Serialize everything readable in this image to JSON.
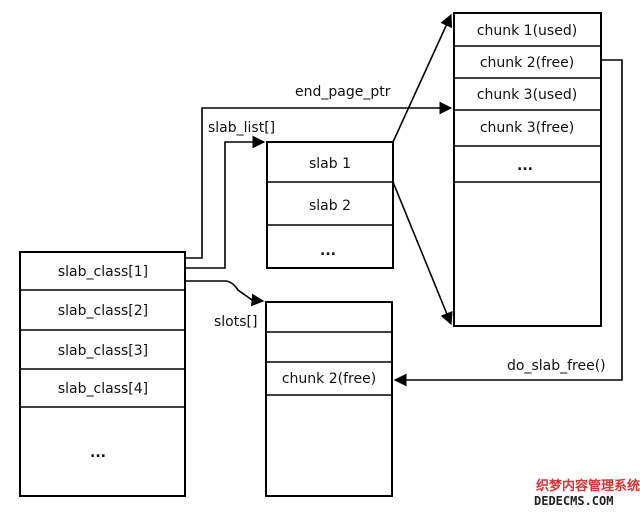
{
  "slab_class": {
    "cells": [
      "slab_class[1]",
      "slab_class[2]",
      "slab_class[3]",
      "slab_class[4]",
      "..."
    ]
  },
  "slab_list": {
    "label": "slab_list[]",
    "cells": [
      "slab 1",
      "slab 2",
      "..."
    ]
  },
  "slots": {
    "label": "slots[]",
    "cells": [
      "",
      "",
      "chunk 2(free)"
    ]
  },
  "chunks": {
    "cells": [
      "chunk 1(used)",
      "chunk 2(free)",
      "chunk 3(used)",
      "chunk 3(free)",
      "..."
    ]
  },
  "labels": {
    "end_page_ptr": "end_page_ptr",
    "do_slab_free": "do_slab_free()"
  },
  "watermark": {
    "line1": "织梦内容管理系统",
    "line2": "DEDECMS.COM"
  }
}
